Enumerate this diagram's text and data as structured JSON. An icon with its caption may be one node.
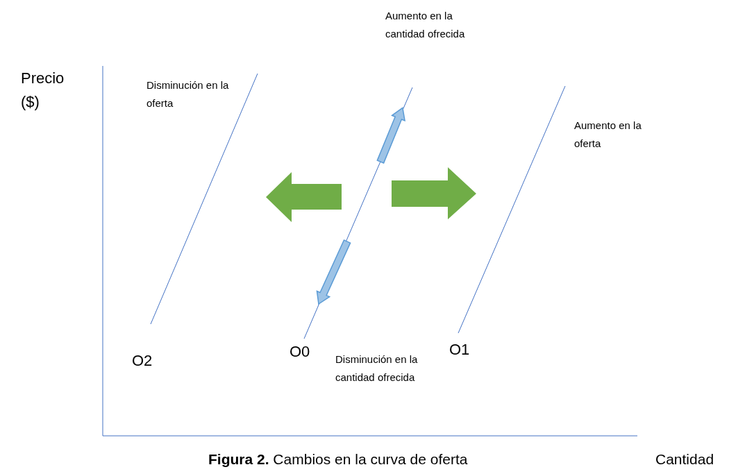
{
  "diagram": {
    "caption": "**Figura 2.** Cambios en la curva de oferta",
    "labels": [
      "Precio ($)",
      "Aumento en la cantidad ofrecida",
      "Disminución en la oferta",
      "Aumento en la oferta",
      "O2",
      "O0",
      "Disminución en la cantidad ofrecida",
      "O1",
      "Cantidad"
    ]
  }
}
